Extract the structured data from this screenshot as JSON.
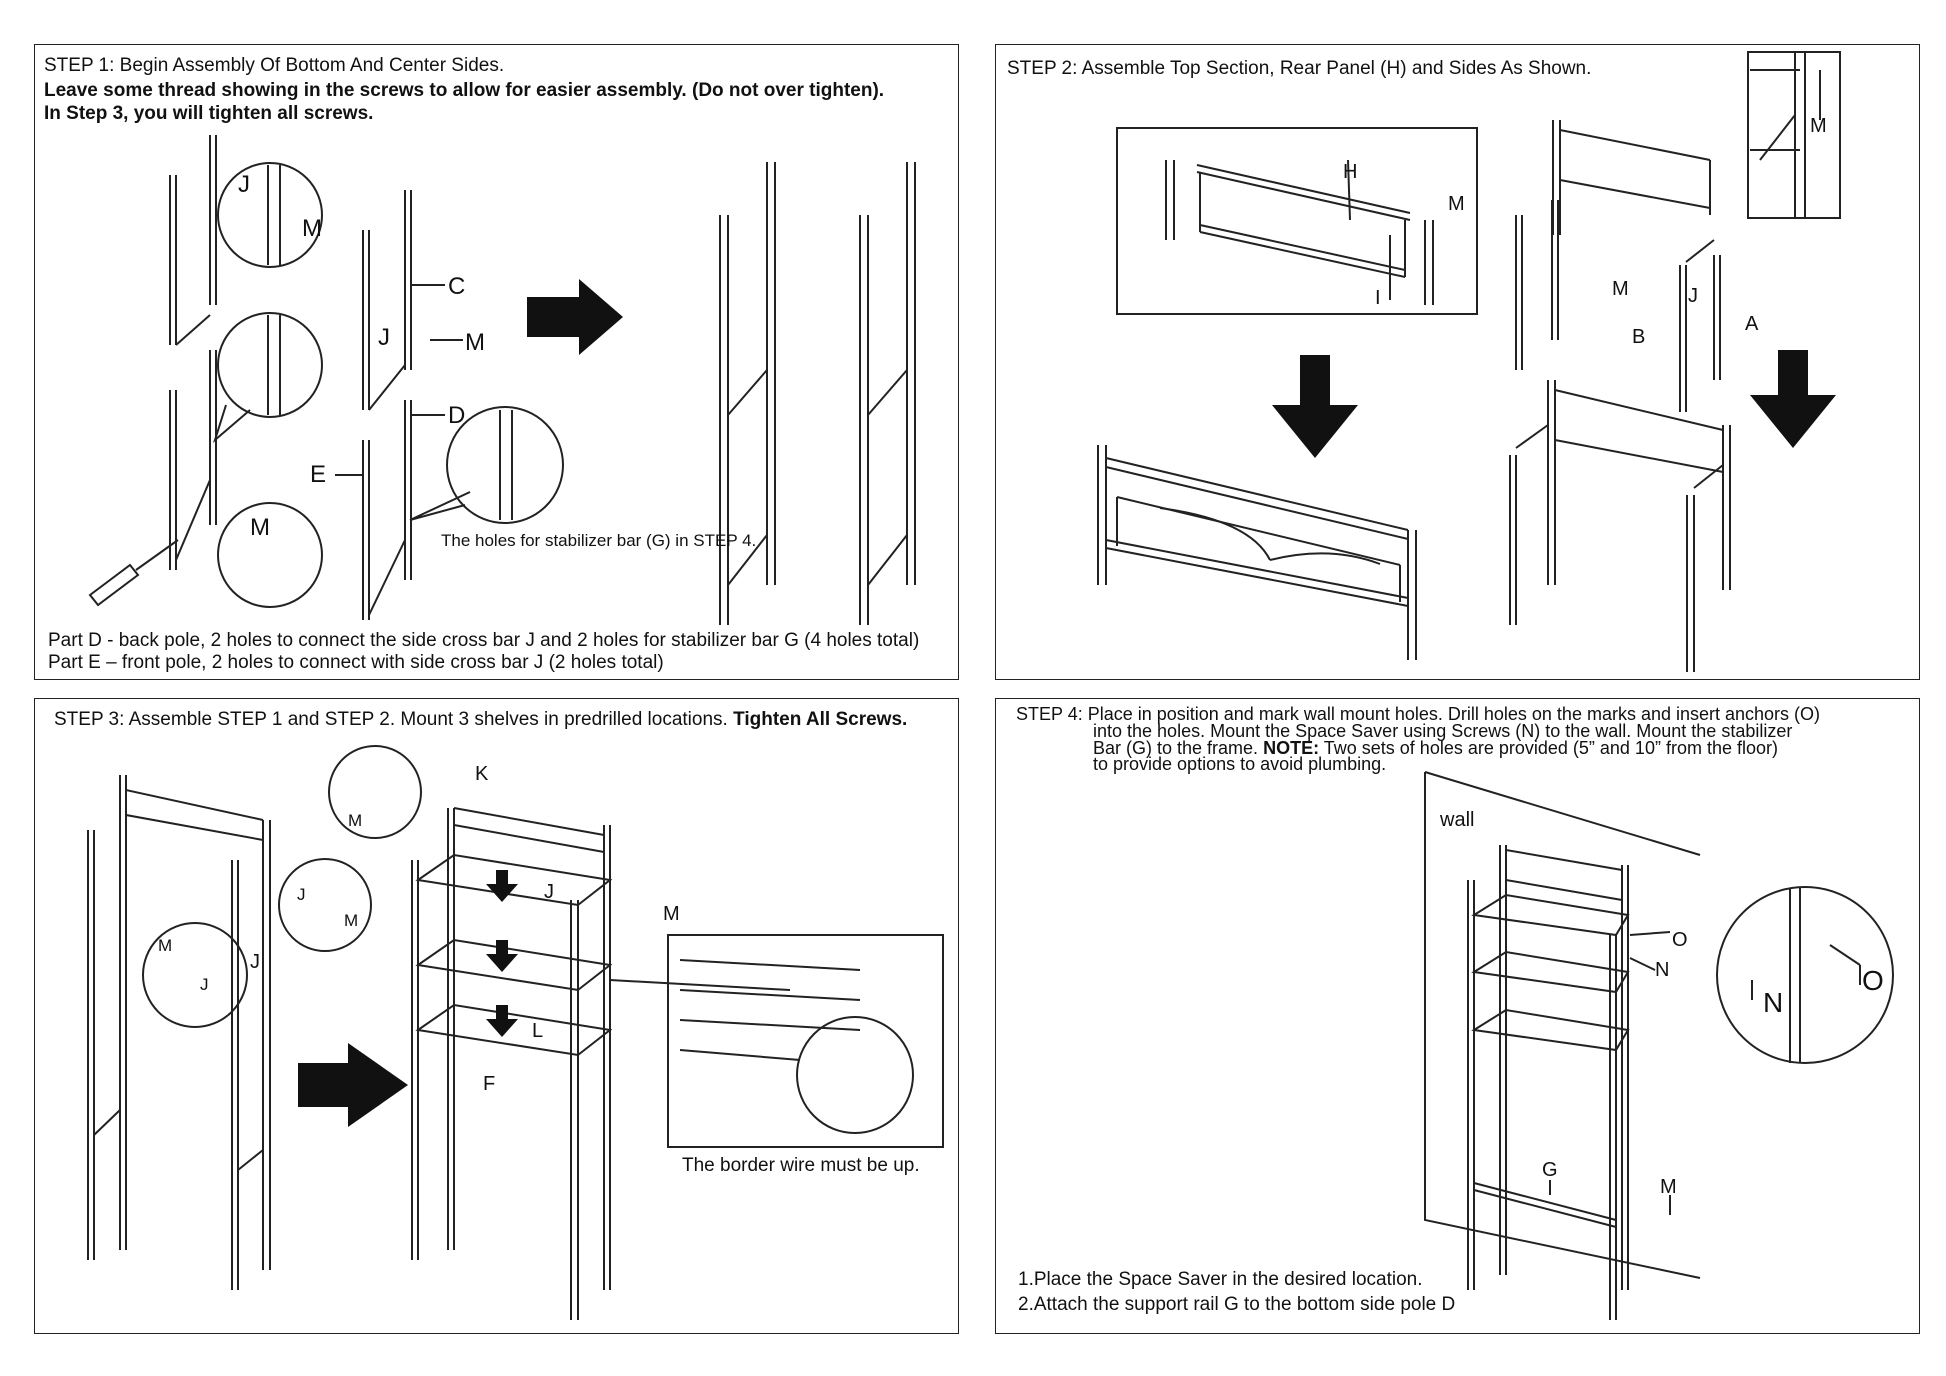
{
  "step1": {
    "title": "STEP 1: Begin Assembly Of Bottom And Center Sides.",
    "warning_line1": "Leave some thread showing in the screws to allow for easier assembly. (Do not over tighten).",
    "warning_line2": "In Step 3, you will tighten all screws.",
    "labels": {
      "J": "J",
      "M1": "M",
      "C": "C",
      "J2": "J",
      "M2": "M",
      "D": "D",
      "E": "E",
      "M3": "M"
    },
    "hole_note": "The holes for stabilizer bar (G) in STEP 4.",
    "part_d": "Part D - back pole, 2 holes to connect the side cross bar J and 2 holes for stabilizer bar G (4 holes total)",
    "part_e": "Part E – front pole, 2 holes to connect with side cross bar J (2 holes total)"
  },
  "step2": {
    "title": "STEP 2:  Assemble Top Section, Rear Panel (H) and Sides As Shown.",
    "labels": {
      "H": "H",
      "M": "M",
      "I": "I",
      "Mdetail": "M",
      "M2": "M",
      "J": "J",
      "B": "B",
      "A": "A"
    }
  },
  "step3": {
    "title": "STEP 3: Assemble STEP 1 and STEP 2.  Mount 3 shelves in predrilled locations.",
    "title_bold": "Tighten All Screws.",
    "labels": {
      "K": "K",
      "M1": "M",
      "J1": "J",
      "M2": "M",
      "M3": "M",
      "J2": "J",
      "J3": "J",
      "J4": "J",
      "M4": "M",
      "L": "L",
      "F": "F"
    },
    "border_note": "The border wire must be up."
  },
  "step4": {
    "line1": "STEP 4: Place in position and mark wall mount holes. Drill holes on the marks and insert anchors (O)",
    "line2": "into the holes. Mount the Space Saver using Screws (N) to the wall. Mount the stabilizer",
    "line3_pre": "Bar (G) to the frame.",
    "line3_bold": "NOTE:",
    "line3_post": "Two sets of holes are provided (5” and 10” from the floor)",
    "line4": "to provide options to avoid plumbing.",
    "labels": {
      "wall": "wall",
      "O": "O",
      "N": "N",
      "G": "G",
      "M": "M",
      "Nbig": "N",
      "Obig": "O"
    },
    "instruction1": "1.Place the Space Saver in the desired location.",
    "instruction2": "2.Attach the support rail G to the bottom side pole D"
  }
}
